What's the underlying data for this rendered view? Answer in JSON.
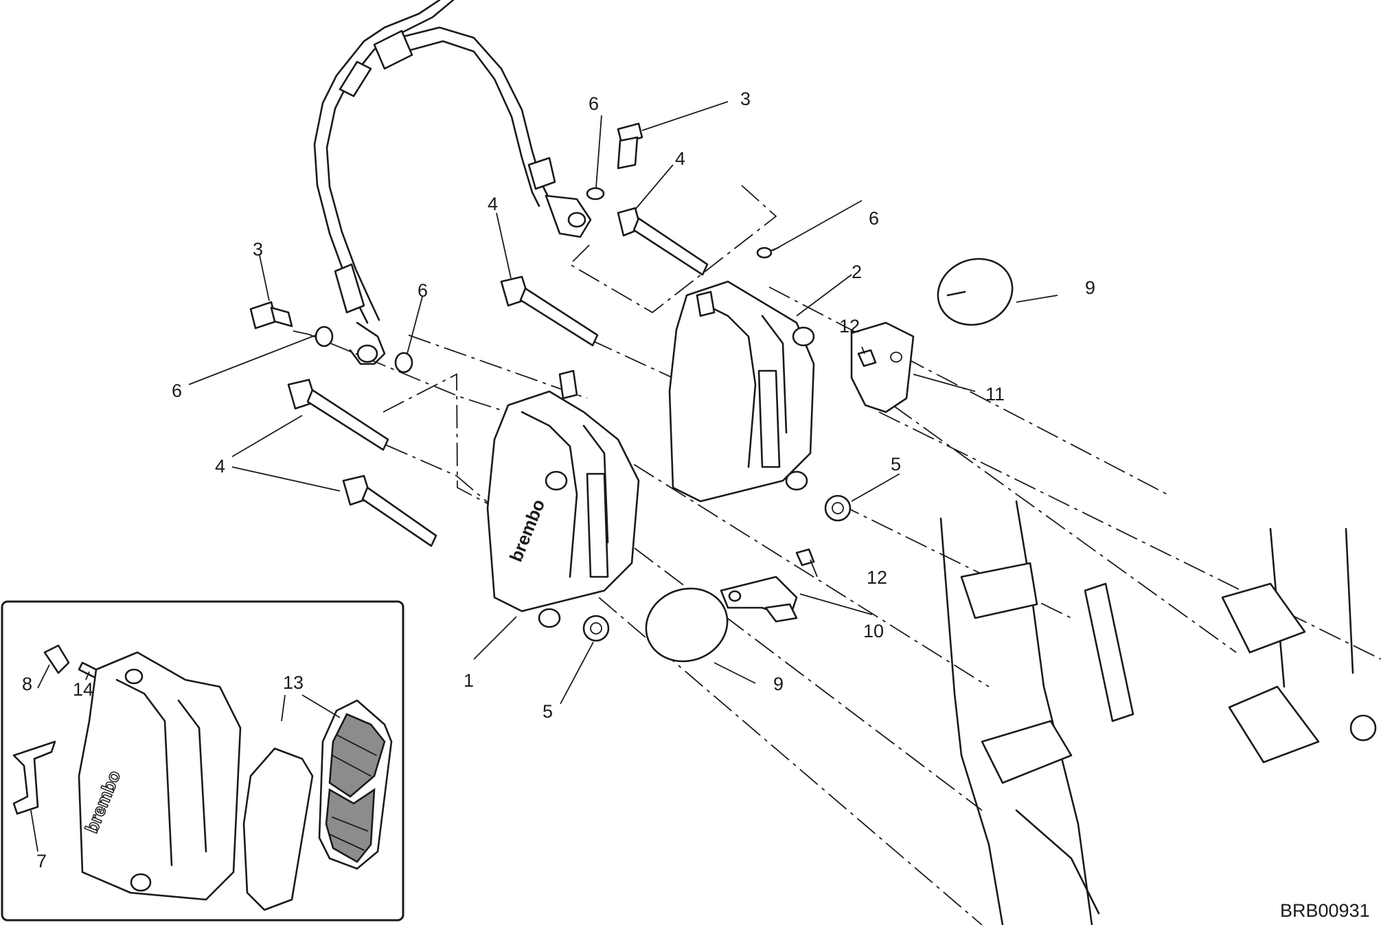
{
  "diagram": {
    "drawing_code": "BRB00931",
    "brand_marking": "brembo",
    "callouts": {
      "c1": "1",
      "c2": "2",
      "c3a": "3",
      "c3b": "3",
      "c4a": "4",
      "c4b": "4",
      "c4c": "4",
      "c5a": "5",
      "c5b": "5",
      "c6a": "6",
      "c6b": "6",
      "c6c": "6",
      "c6d": "6",
      "c7": "7",
      "c8": "8",
      "c9a": "9",
      "c9b": "9",
      "c10": "10",
      "c11": "11",
      "c12a": "12",
      "c12b": "12",
      "c13": "13",
      "c14": "14"
    }
  }
}
